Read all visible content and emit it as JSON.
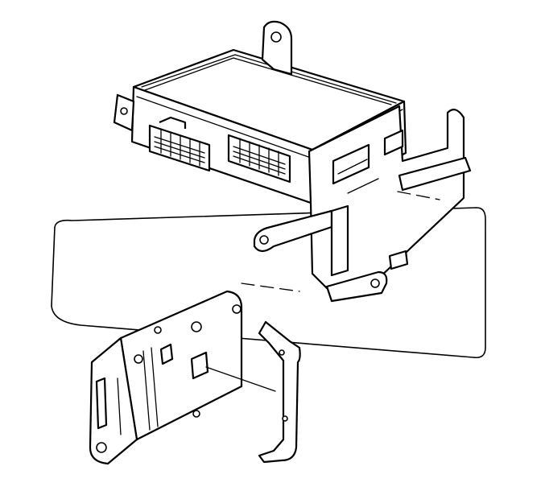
{
  "figure": {
    "colors": {
      "line": "#000000",
      "background": "#ffffff"
    },
    "parts": [
      {
        "id": "control-module",
        "icon": "electronic-module-icon"
      },
      {
        "id": "mounting-bracket",
        "icon": "bracket-icon"
      },
      {
        "id": "module-end-cover",
        "icon": "panel-icon"
      },
      {
        "id": "retaining-clip",
        "icon": "clip-icon"
      }
    ]
  }
}
